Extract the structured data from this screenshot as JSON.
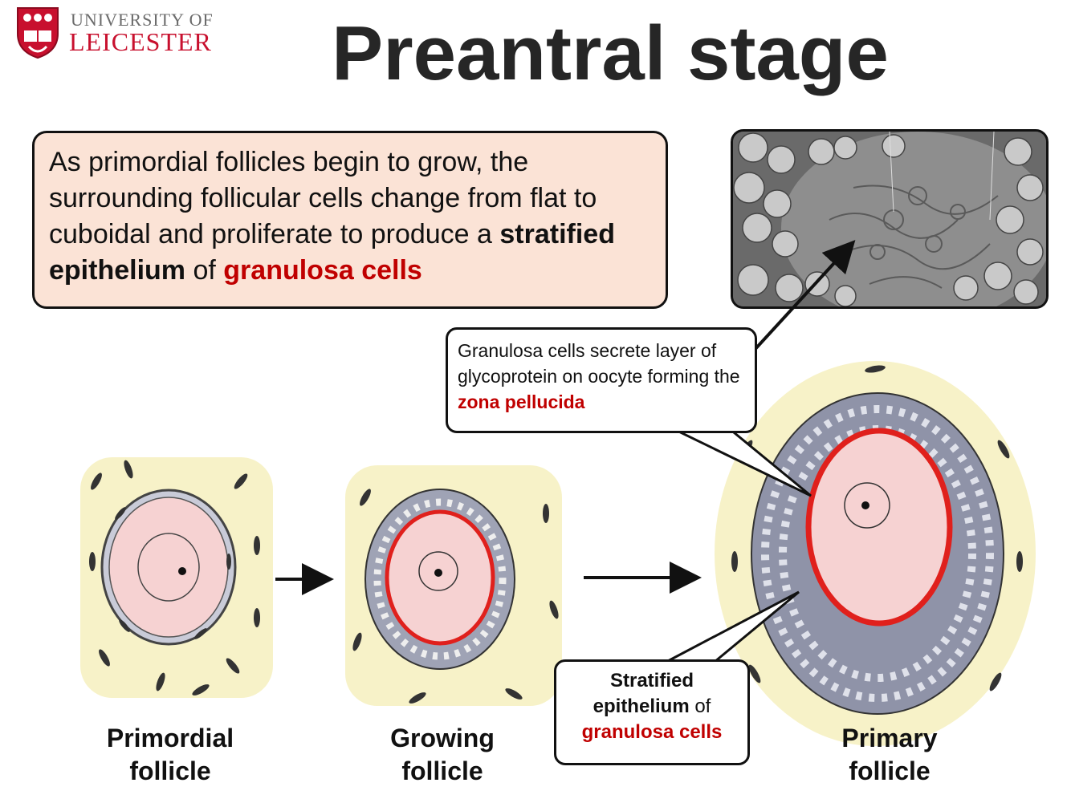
{
  "logo": {
    "line1": "UNIVERSITY OF",
    "line2": "LEICESTER",
    "crest_icon": "university-crest-icon",
    "brand_color": "#c8102e"
  },
  "title": "Preantral stage",
  "intro": {
    "part1": "As primordial follicles begin to grow, the surrounding follicular cells change from flat to cuboidal and proliferate to produce a ",
    "bold_term": "stratified epithelium",
    "connector": " of ",
    "red_term": "granulosa cells"
  },
  "callout_zona": {
    "text": "Granulosa cells secrete layer of glycoprotein on oocyte forming the ",
    "red_term": "zona pellucida"
  },
  "callout_stratified": {
    "bold_term": "Stratified epithelium",
    "connector": " of",
    "red_term": "granulosa cells"
  },
  "stages": [
    {
      "line1": "Primordial",
      "line2": "follicle"
    },
    {
      "line1": "Growing",
      "line2": "follicle"
    },
    {
      "line1": "Primary",
      "line2": "follicle"
    }
  ],
  "colors": {
    "oocyte": "#f6d2d2",
    "stroma": "#f7f2c8",
    "zona": "#e0201c",
    "highlight_red": "#c00000",
    "intro_bg": "#fbe3d6"
  }
}
